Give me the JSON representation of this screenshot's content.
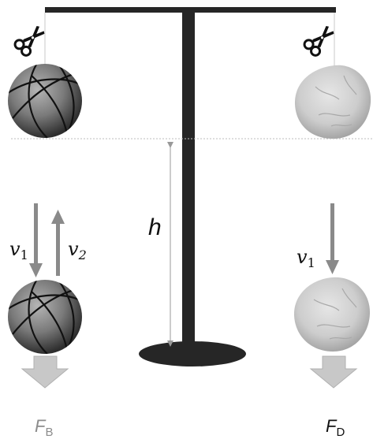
{
  "labels": {
    "height": "h",
    "v_left_down": "v",
    "v_left_down_sub": "1",
    "v_left_up": "v",
    "v_left_up_sub": "2",
    "v_right_down": "v",
    "v_right_down_sub": "1",
    "force_left": "F",
    "force_left_sub": "B",
    "force_right": "F",
    "force_right_sub": "D"
  },
  "icons": {
    "scissors_left": "scissors-icon",
    "scissors_right": "scissors-icon",
    "ball_left": "basketball",
    "ball_right": "clay-ball"
  },
  "colors": {
    "stand": "#262626",
    "arrow": "#8a8a8a",
    "force_arrow": "#c8c8c8",
    "force_label": "#8c8c8c"
  }
}
